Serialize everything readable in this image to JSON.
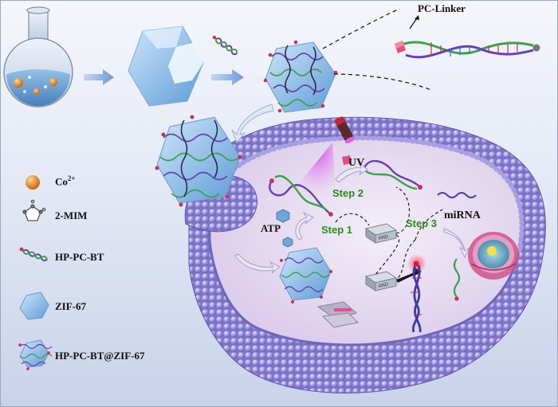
{
  "labels": {
    "pc_linker": "PC-Linker",
    "uv": "UV",
    "atp": "ATP",
    "mirna": "miRNA",
    "step1": "Step 1",
    "step2": "Step 2",
    "step3": "Step 3",
    "and_gate": "AND"
  },
  "legend": {
    "co_base": "Co",
    "co_sup": "2+",
    "mim": "2-MIM",
    "hp_pc_bt": "HP-PC-BT",
    "zif67": "ZIF-67",
    "composite": "HP-PC-BT@ZIF-67"
  },
  "colors": {
    "cell_membrane": "#8f86d6",
    "cytoplasm": "#e4d8ef",
    "zif_crystal": "#8fc0ea",
    "dna_purple": "#6b3fb0",
    "dna_green": "#3fa04a",
    "dna_red": "#c8325a",
    "step_green": "#2f8a1a",
    "uv_magenta": "#c23ad6",
    "cobalt_orange": "#e0801c"
  }
}
